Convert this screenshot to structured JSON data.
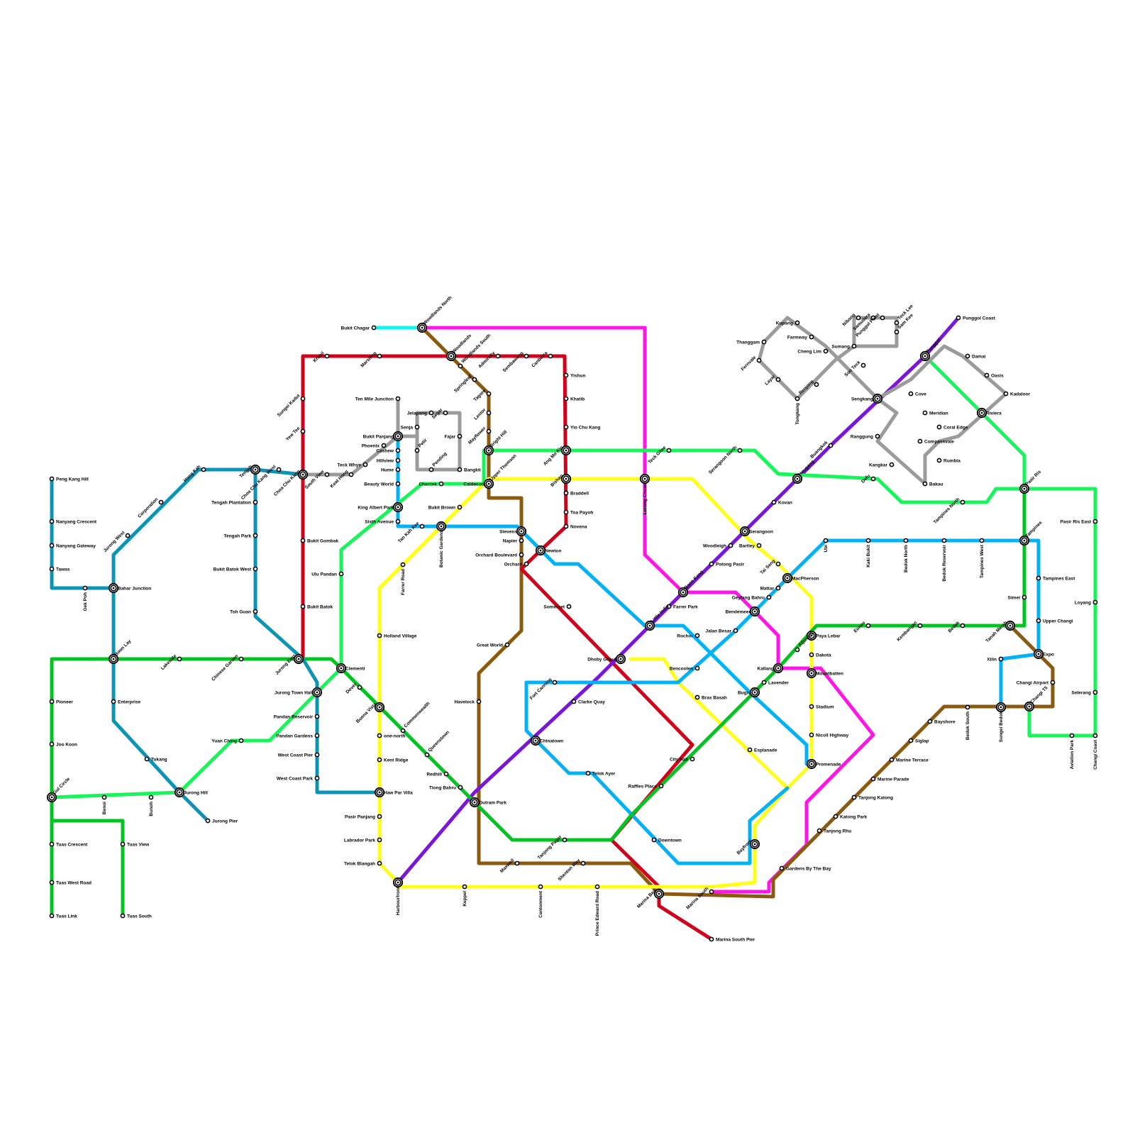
{
  "map": {
    "colors": {
      "north_south": "#d0021b",
      "east_west": "#00c41f",
      "north_east": "#7b16d8",
      "circle": "#ffff1a",
      "downtown": "#03b1f5",
      "thomson_east_coast": "#8b5a0f",
      "jurong_region": "#0d93b5",
      "cross_island": "#17f55a",
      "lrt": "#9b9b9b",
      "branch": "#ff15e6",
      "link": "#0ff5f5"
    },
    "station_names": [
      "Bukit Chagar",
      "Woodlands North",
      "Woodlands",
      "Woodlands South",
      "Kranji",
      "Marsiling",
      "Admiralty",
      "Sembawang",
      "Canberra",
      "Yishun",
      "Khatib",
      "Yio Chu Kang",
      "Ang Mo Kio",
      "Bishan",
      "Braddell",
      "Toa Payoh",
      "Novena",
      "Newton",
      "Orchard",
      "Somerset",
      "Dhoby Ghaut",
      "City Hall",
      "Raffles Place",
      "Marina Bay",
      "Marina South Pier",
      "Springleaf",
      "Lentor",
      "Mayflower",
      "Bright Hill",
      "Upper Thomson",
      "Caldecott",
      "Stevens",
      "Napier",
      "Orchard Boulevard",
      "Great World",
      "Havelock",
      "Outram Park",
      "Maxwell",
      "Shenton Way",
      "Marina South",
      "Gardens By The Bay",
      "Tanjong Rhu",
      "Katong Park",
      "Tanjong Katong",
      "Marine Parade",
      "Marine Terrace",
      "Siglap",
      "Bayshore",
      "Bedok South",
      "Sungei Bedok",
      "Tagore",
      "Punggol Coast",
      "Punggol",
      "Sengkang",
      "Buangkok",
      "Hougang",
      "Kovan",
      "Serangoon",
      "Woodleigh",
      "Potong Pasir",
      "Boon Keng",
      "Farrer Park",
      "Little India",
      "Clarke Quay",
      "Chinatown",
      "Harbourfront",
      "Telok Blangah",
      "Labrador Park",
      "Pasir Panjang",
      "Haw Par Villa",
      "Kent Ridge",
      "one-north",
      "Buona Vista",
      "Holland Village",
      "Farrer Road",
      "Botanic Gardens",
      "Bukit Brown",
      "Lorong Chuan",
      "Bartley",
      "Tai Seng",
      "MacPherson",
      "Paya Lebar",
      "Dakota",
      "Mountbatten",
      "Stadium",
      "Nicoll Highway",
      "Promenade",
      "Esplanade",
      "Bras Basah",
      "Bayfront",
      "Keppel",
      "Cantonment",
      "Prince Edward Road",
      "Bukit Panjang",
      "Cashew",
      "Hillview",
      "Hume",
      "Beauty World",
      "King Albert Park",
      "Sixth Avenue",
      "Tan Kah Kee",
      "Fort Canning",
      "Bencoolen",
      "Jalan Besar",
      "Bendemeer",
      "Geylang Bahru",
      "Mattar",
      "Ubi",
      "Kaki Bukit",
      "Bedok North",
      "Bedok Reservoir",
      "Tampines West",
      "Tampines",
      "Tampines East",
      "Upper Changi",
      "Expo",
      "Xilin",
      "Rochor",
      "Bugis",
      "Downtown",
      "Telok Ayer",
      "Ten Mile Junction",
      "Pasir Ris",
      "Tanah Merah",
      "Simei",
      "Bedok",
      "Kembangan",
      "Eunos",
      "Aljunied",
      "Kallang",
      "Lavender",
      "Tanjong Pagar",
      "Tiong Bahru",
      "Redhill",
      "Queenstown",
      "Commonwealth",
      "Dover",
      "Clementi",
      "Jurong East",
      "Chinese Garden",
      "Lakeside",
      "Boon Lay",
      "Pioneer",
      "Joo Koon",
      "Gul Circle",
      "Tuas Crescent",
      "Tuas West Road",
      "Tuas Link",
      "Tuas View",
      "Tuas South",
      "Changi Airport",
      "Changi T5",
      "Aviation Park",
      "Changi Coast",
      "Loyang",
      "Pasir Ris East",
      "Selerang",
      "Tengah",
      "Hong Kah",
      "Corporation",
      "Jurong West",
      "Bahar Junction",
      "Gek Poh",
      "Tawas",
      "Nanyang Gateway",
      "Nanyang Crescent",
      "Peng Kang Hill",
      "Enterprise",
      "Tukang",
      "Jurong Hill",
      "Jurong Pier",
      "Tengah Plantation",
      "Tengah Park",
      "Bukit Batok West",
      "Toh Guan",
      "Jurong Town Hall",
      "Pandan Reservoir",
      "Pandan Gardens",
      "West Coast Pier",
      "West Coast Park",
      "Benoi",
      "Bunoh",
      "Choa Chu Kang West",
      "Choa Chu Kang",
      "South View",
      "Keat Hong",
      "Teck Whye",
      "Phoenix",
      "Sungei Kadut",
      "Yew Tee",
      "Bukit Gombak",
      "Bukit Batok",
      "Senja",
      "Jelapang",
      "Segar",
      "Fajar",
      "Bangkit",
      "Pending",
      "Petir",
      "Ulu Pandan",
      "Chantek",
      "Serangoon North",
      "Teck Ghee",
      "Defu",
      "Tampines North",
      "Riviera",
      "Damai",
      "Oasis",
      "Kadaloor",
      "Cove",
      "Meridian",
      "Coral Edge",
      "Compassvale",
      "Rumbia",
      "Bakau",
      "Ranggung",
      "Kangkar",
      "Cheng Lim",
      "Farmway",
      "Kupang",
      "Thanggam",
      "Fernvale",
      "Layar",
      "Tongkang",
      "Renjong",
      "Sumang",
      "Soo Teck",
      "Nibong",
      "Samudera",
      "Punggol Point",
      "Teck Lee",
      "Sam Kee",
      "Yuan Ching"
    ]
  }
}
